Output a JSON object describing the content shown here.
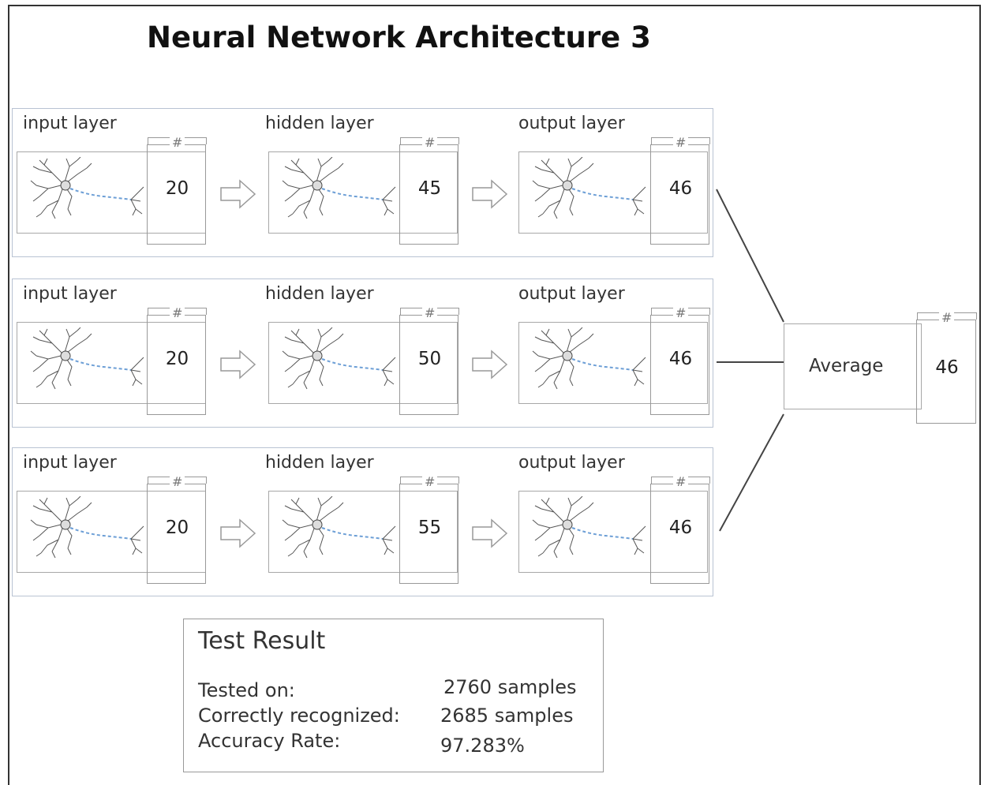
{
  "title": "Neural Network Architecture 3",
  "count_symbol": "#",
  "networks": [
    {
      "input": {
        "label": "input layer",
        "count": "20"
      },
      "hidden": {
        "label": "hidden layer",
        "count": "45"
      },
      "output": {
        "label": "output layer",
        "count": "46"
      }
    },
    {
      "input": {
        "label": "input layer",
        "count": "20"
      },
      "hidden": {
        "label": "hidden layer",
        "count": "50"
      },
      "output": {
        "label": "output layer",
        "count": "46"
      }
    },
    {
      "input": {
        "label": "input layer",
        "count": "20"
      },
      "hidden": {
        "label": "hidden layer",
        "count": "55"
      },
      "output": {
        "label": "output layer",
        "count": "46"
      }
    }
  ],
  "average": {
    "label": "Average",
    "count": "46"
  },
  "test_result": {
    "title": "Test Result",
    "tested_on_label": "Tested on:",
    "tested_on_value": "2760 samples",
    "correct_label": "Correctly recognized:",
    "correct_value": "2685 samples",
    "accuracy_label": "Accuracy Rate:",
    "accuracy_value": "97.283%"
  },
  "colors": {
    "panel_border": "#b9c3d3",
    "axon": "#6d9fd6",
    "dendrite": "#555555"
  }
}
